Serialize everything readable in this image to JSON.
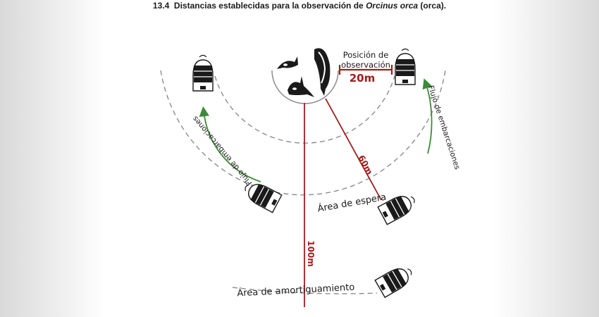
{
  "figure": {
    "number": "13.4",
    "title_prefix": "Distancias establecidas para la observación de ",
    "title_species": "Orcinus orca",
    "title_suffix": " (orca)."
  },
  "labels": {
    "observation_position_line1": "Posición de",
    "observation_position_line2": "observación",
    "distance_20": "20m",
    "distance_60": "60m",
    "distance_100": "100m",
    "waiting_area": "Área de espera",
    "buffer_area": "Área de amortiguamiento",
    "vessel_flow_left": "Flujo de embarcaciones",
    "vessel_flow_right": "Flujo de embarcaciones"
  },
  "colors": {
    "distance_line": "#a11d1d",
    "flow_arrow": "#3e8a3a",
    "zone_arc": "#8c8c8c",
    "text": "#1a1a1a"
  },
  "icons": [
    "boat-icon",
    "orca-icon"
  ]
}
